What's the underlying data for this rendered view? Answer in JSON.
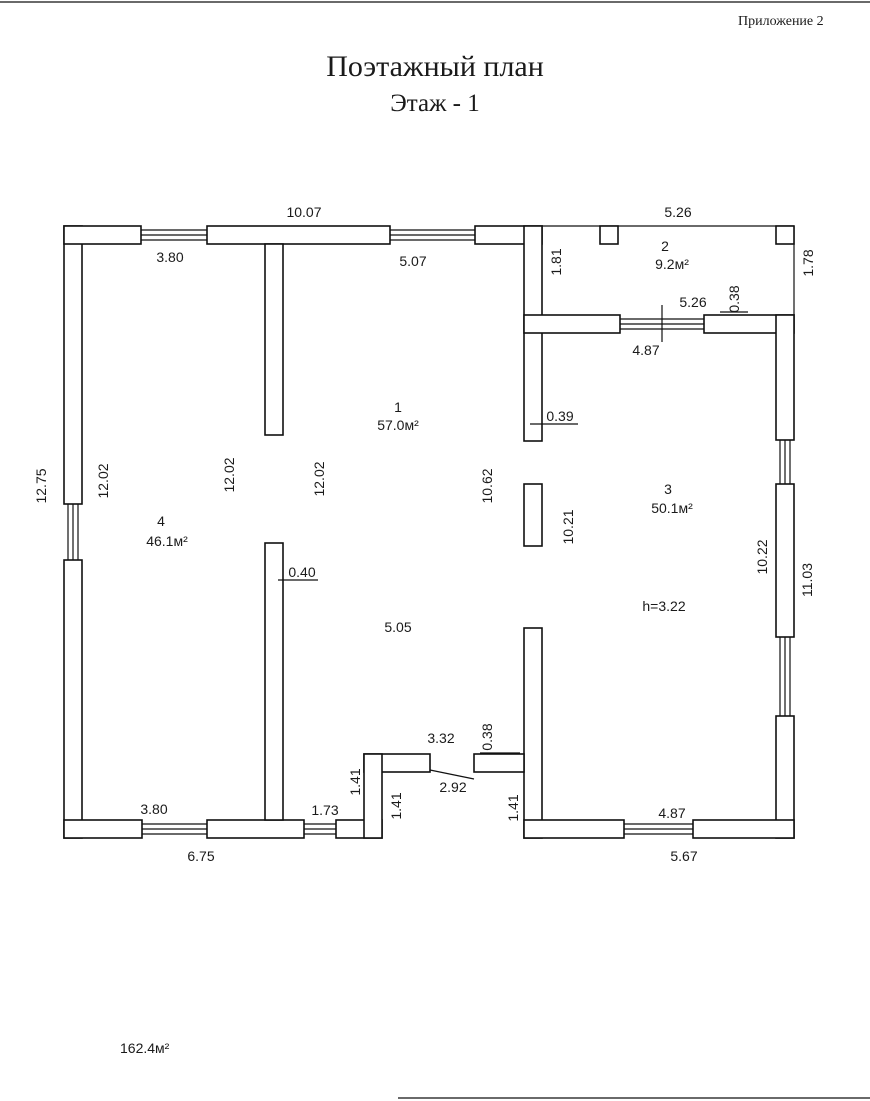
{
  "header": {
    "appendix": "Приложение 2",
    "title": "Поэтажный план",
    "floor": "Этаж - 1"
  },
  "rooms": [
    {
      "number": "1",
      "area": "57.0м²"
    },
    {
      "number": "2",
      "area": "9.2м²"
    },
    {
      "number": "3",
      "area": "50.1м²"
    },
    {
      "number": "4",
      "area": "46.1м²"
    }
  ],
  "ceiling_height": "h=3.22",
  "dimensions": {
    "top_overall": "10.07",
    "top_right": "5.26",
    "window_top_left": "3.80",
    "window_top_mid": "5.07",
    "d181": "1.81",
    "d178": "1.78",
    "d526_inner": "5.26",
    "d038_top": "0.38",
    "d487_top": "4.87",
    "d039": "0.39",
    "left_overall": "12.75",
    "left_inner": "12.02",
    "part_a": "12.02",
    "part_b": "12.02",
    "d1062": "10.62",
    "d1021": "10.21",
    "d1022": "10.22",
    "right_overall": "11.03",
    "d040": "0.40",
    "d505": "5.05",
    "d332": "3.32",
    "d038_bottom": "0.38",
    "d292": "2.92",
    "d141_a": "1.41",
    "d141_b": "1.41",
    "d141_c": "1.41",
    "d173": "1.73",
    "window_bottom_left": "3.80",
    "bottom_left": "6.75",
    "window_bottom_right": "4.87",
    "bottom_right": "5.67"
  },
  "total_area": "162.4м²"
}
